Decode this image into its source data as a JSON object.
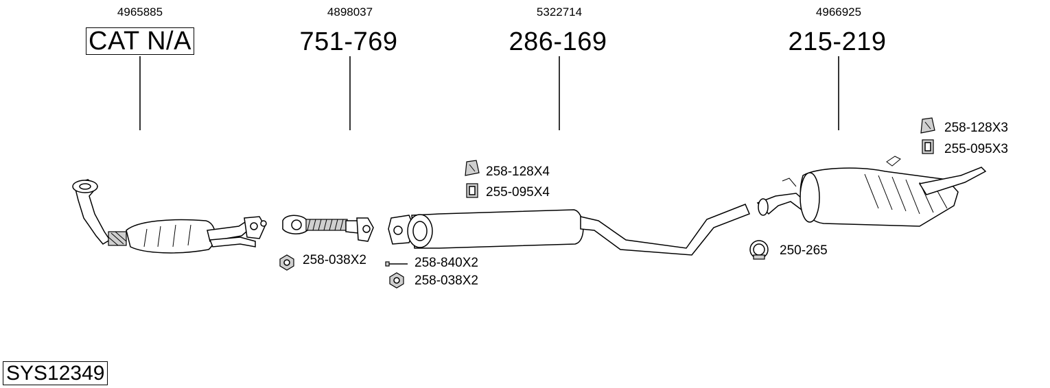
{
  "groups": [
    {
      "oem": "4965885",
      "part": "CAT N/A"
    },
    {
      "oem": "4898037",
      "part": "751-769"
    },
    {
      "oem": "5322714",
      "part": "286-169"
    },
    {
      "oem": "4966925",
      "part": "215-219"
    }
  ],
  "accessories": {
    "front_nut": "258-038X2",
    "mid_bolt": "258-840X2",
    "mid_nut": "258-038X2",
    "center_mount_a": "258-128X4",
    "center_mount_b": "255-095X4",
    "clamp": "250-265",
    "rear_mount_a": "258-128X3",
    "rear_mount_b": "255-095X3"
  },
  "system_id": "SYS12349"
}
